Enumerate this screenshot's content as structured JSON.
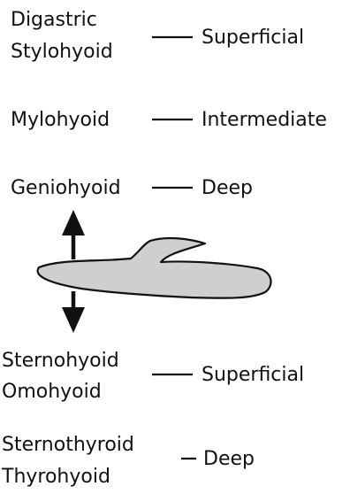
{
  "suprahyoid": {
    "group_superficial": {
      "muscles": [
        "Digastric",
        "Stylohyoid"
      ],
      "layer": "Superficial"
    },
    "group_intermediate": {
      "muscles": [
        "Mylohyoid"
      ],
      "layer": "Intermediate"
    },
    "group_deep": {
      "muscles": [
        "Geniohyoid"
      ],
      "layer": "Deep"
    }
  },
  "infrahyoid": {
    "group_superficial": {
      "muscles": [
        "Sternohyoid",
        "Omohyoid"
      ],
      "layer": "Superficial"
    },
    "group_deep": {
      "muscles": [
        "Sternothyroid",
        "Thyrohyoid"
      ],
      "layer": "Deep"
    }
  },
  "colors": {
    "text": "#111111",
    "bone_fill": "#cfcfcf",
    "bone_stroke": "#111111",
    "arrow": "#111111"
  },
  "icons": {
    "up_arrow": "arrow-up-icon",
    "down_arrow": "arrow-down-icon",
    "hyoid_bone": "hyoid-bone-icon"
  }
}
